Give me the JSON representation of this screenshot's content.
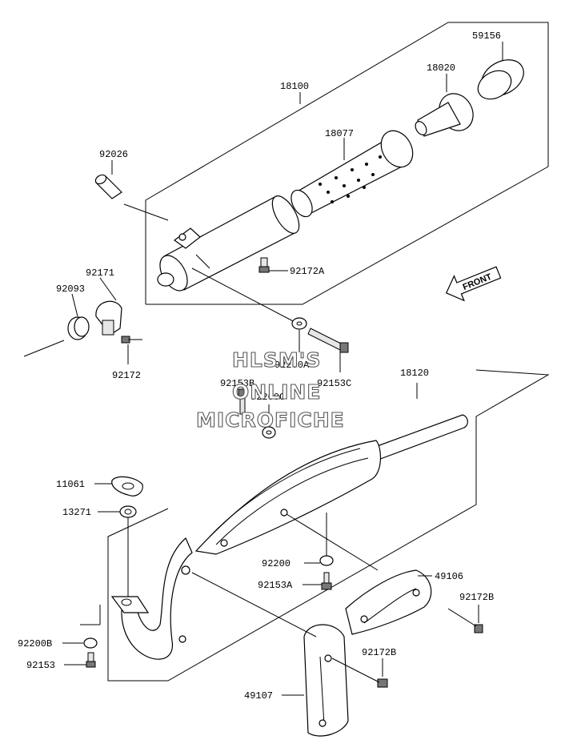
{
  "diagram": {
    "labels": {
      "p59156": "59156",
      "p18020": "18020",
      "p18100": "18100",
      "p18077": "18077",
      "p92026": "92026",
      "p92172A": "92172A",
      "p92171": "92171",
      "p92093": "92093",
      "p92172": "92172",
      "p92153B": "92153B",
      "p92200A": "92200A",
      "p92153C": "92153C",
      "p92200C": "92200C",
      "p18120": "18120",
      "p11061": "11061",
      "p13271": "13271",
      "p92200": "92200",
      "p92153A": "92153A",
      "p49106": "49106",
      "p92172B_upper": "92172B",
      "p92172B_lower": "92172B",
      "p92200B": "92200B",
      "p92153": "92153",
      "p49107": "49107"
    },
    "front_arrow_text": "FRONT",
    "watermark": [
      "HLSM'S",
      "ONLINE",
      "MICROFICHE"
    ]
  }
}
